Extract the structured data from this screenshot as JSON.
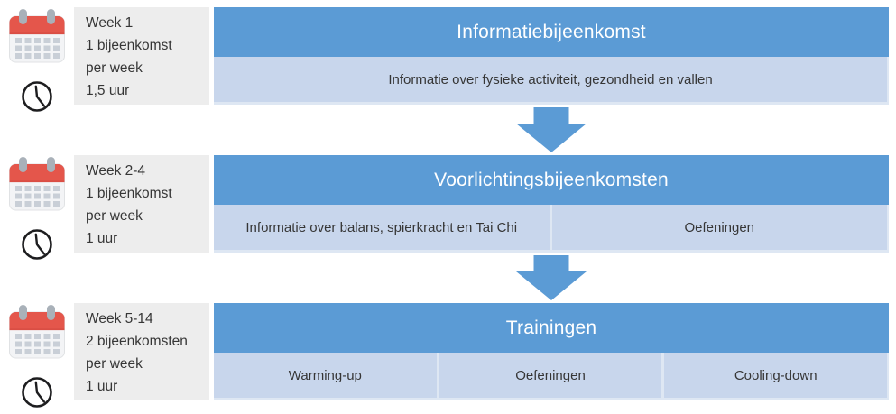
{
  "diagram": {
    "rows": [
      {
        "schedule_lines": [
          "Week 1",
          "1 bijeenkomst",
          "per week",
          "1,5 uur"
        ],
        "title": "Informatiebijeenkomst",
        "cells": [
          "Informatie over fysieke activiteit, gezondheid en vallen"
        ]
      },
      {
        "schedule_lines": [
          "Week 2-4",
          "1 bijeenkomst",
          "per week",
          "1 uur"
        ],
        "title": "Voorlichtingsbijeenkomsten",
        "cells": [
          "Informatie over balans, spierkracht en Tai Chi",
          "Oefeningen"
        ]
      },
      {
        "schedule_lines": [
          "Week 5-14",
          "2 bijeenkomsten",
          "per week",
          "1 uur"
        ],
        "title": "Trainingen",
        "cells": [
          "Warming-up",
          "Oefeningen",
          "Cooling-down"
        ]
      }
    ],
    "icons": {
      "calendar": "calendar-icon",
      "clock": "clock-icon",
      "arrow": "down-arrow-icon"
    },
    "colors": {
      "header_blue": "#5B9BD5",
      "cell_blue": "#C8D6EC",
      "cell_divider": "#DEE7F3",
      "info_gray": "#EDEDED",
      "arrow_blue": "#5B9BD5",
      "header_text": "#FFFFFF",
      "body_text": "#363636",
      "calendar_red": "#E4564B",
      "icon_gray": "#A9B1B9"
    }
  }
}
